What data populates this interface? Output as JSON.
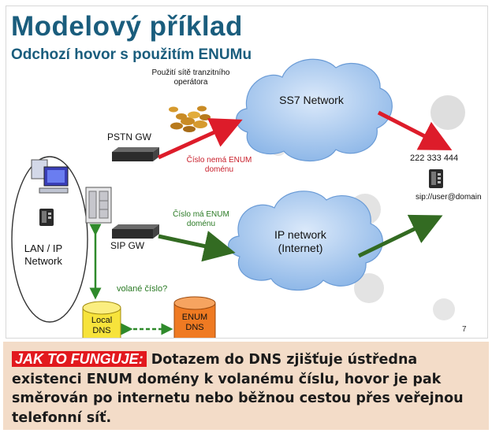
{
  "slide": {
    "title": "Modelový příklad",
    "subtitle": "Odchozí hovor s použitím ENUMu"
  },
  "diagram": {
    "transit_note": "Použití sítě tranzitního operátora",
    "ss7_cloud": "SS7 Network",
    "ip_cloud": "IP network (Internet)",
    "pstn_gw": "PSTN GW",
    "sip_gw": "SIP GW",
    "no_enum": "Číslo nemá ENUM doménu",
    "has_enum": "Číslo má ENUM doménu",
    "lan": "LAN / IP Network",
    "called_number": "volané číslo?",
    "local_dns": "Local DNS",
    "enum_dns": "ENUM DNS",
    "phone_number": "222 333 444",
    "sip_uri": "sip://user@domain",
    "page_number": "7",
    "colors": {
      "red_arrow": "#dd1c2a",
      "green_arrow": "#336b22",
      "cloud": "#a7c9ef",
      "local_dns": "#f7e33b",
      "enum_dns": "#ef7a22",
      "title": "#1a5d7d"
    }
  },
  "caption": {
    "tag": "JAK TO FUNGUJE:",
    "text": "Dotazem do DNS zjišťuje ústředna existenci ENUM domény k volanému číslu, hovor je pak směrován po internetu nebo běžnou cestou přes veřejnou telefonní síť."
  }
}
